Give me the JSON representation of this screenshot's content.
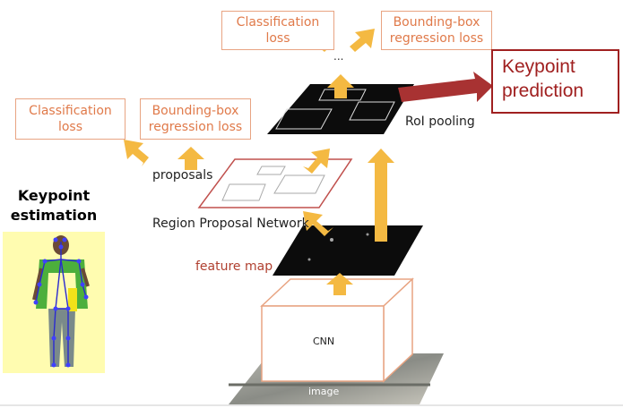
{
  "top": {
    "classification_loss": "Classification\nloss",
    "bbox_loss": "Bounding-box\nregression loss",
    "ellipsis": "..."
  },
  "mid": {
    "classification_loss": "Classification\nloss",
    "bbox_loss": "Bounding-box\nregression loss"
  },
  "labels": {
    "keypoint_prediction": "Keypoint\nprediction",
    "roi_pooling": "RoI pooling",
    "proposals": "proposals",
    "rpn": "Region Proposal Network",
    "feature_map": "feature map",
    "cnn": "CNN",
    "image": "image",
    "keypoint_estimation": "Keypoint\nestimation"
  },
  "colors": {
    "box_border": "#e8a482",
    "box_text": "#e07a4a",
    "arrow": "#f4b942",
    "kp_red": "#a02020",
    "rpn_border": "#c0504d"
  }
}
